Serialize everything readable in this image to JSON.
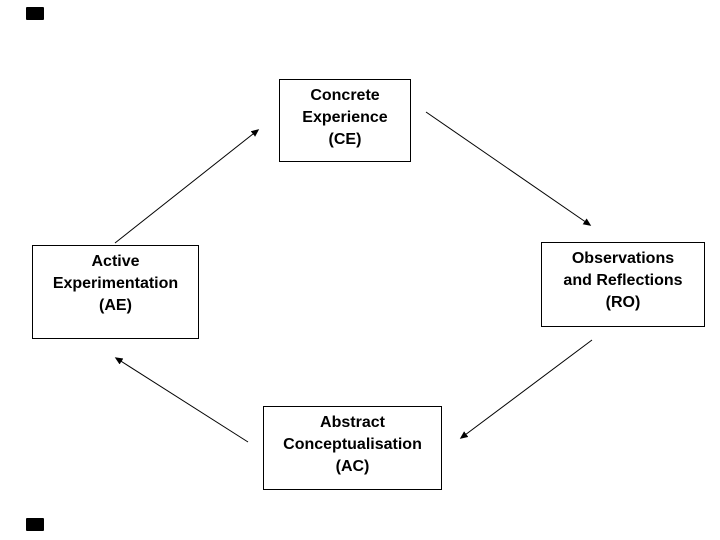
{
  "diagram": {
    "type": "cycle",
    "nodes": {
      "ce": {
        "line1": "Concrete",
        "line2": "Experience",
        "line3": "(CE)"
      },
      "ro": {
        "line1": "Observations",
        "line2": "and Reflections",
        "line3": "(RO)"
      },
      "ac": {
        "line1": "Abstract",
        "line2": "Conceptualisation",
        "line3": "(AC)"
      },
      "ae": {
        "line1": "Active",
        "line2": "Experimentation",
        "line3": "(AE)"
      }
    },
    "edges": [
      {
        "from": "Concrete Experience (CE)",
        "to": "Observations and Reflections (RO)"
      },
      {
        "from": "Observations and Reflections (RO)",
        "to": "Abstract Conceptualisation (AC)"
      },
      {
        "from": "Abstract Conceptualisation (AC)",
        "to": "Active Experimentation (AE)"
      },
      {
        "from": "Active Experimentation (AE)",
        "to": "Concrete Experience (CE)"
      }
    ],
    "colors": {
      "background": "#ffffff",
      "box_fill": "#ffffff",
      "box_border": "#000000",
      "text": "#000000",
      "arrow": "#000000"
    }
  }
}
